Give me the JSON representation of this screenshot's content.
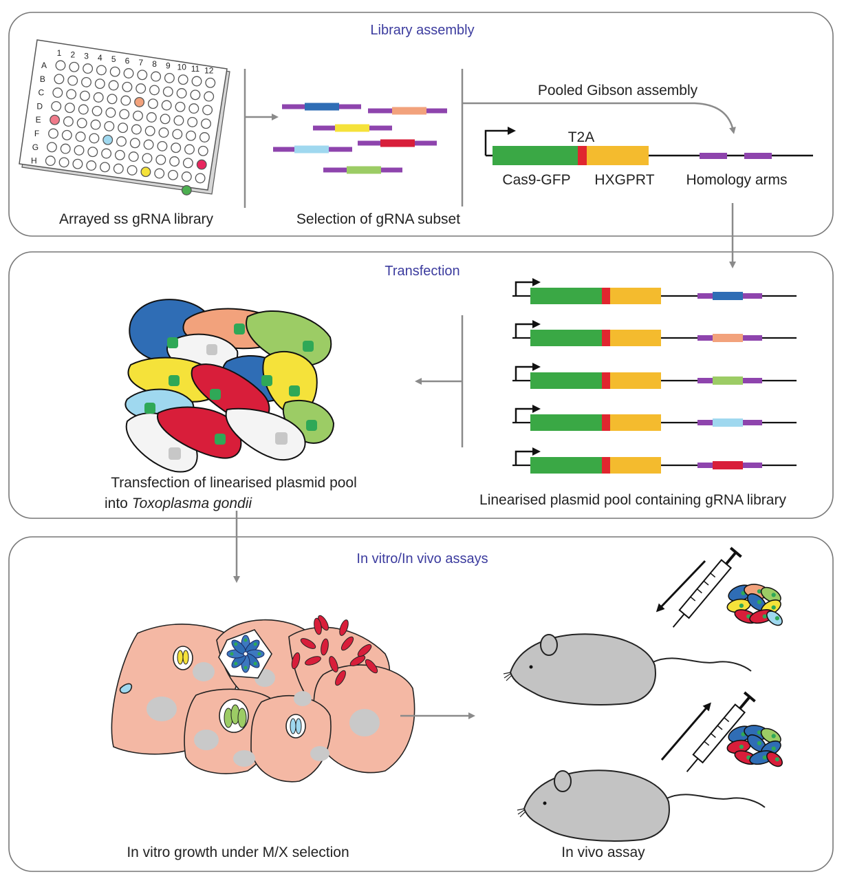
{
  "panels": {
    "library": {
      "title": "Library assembly"
    },
    "transfection": {
      "title": "Transfection"
    },
    "assays": {
      "title": "In vitro/In vivo assays"
    }
  },
  "plate": {
    "rows": [
      "A",
      "B",
      "C",
      "D",
      "E",
      "F",
      "G",
      "H"
    ],
    "cols": [
      "1",
      "2",
      "3",
      "4",
      "5",
      "6",
      "7",
      "8",
      "9",
      "10",
      "11",
      "12"
    ],
    "caption": "Arrayed ss gRNA library"
  },
  "subset": {
    "caption": "Selection of gRNA subset"
  },
  "gibson": {
    "label": "Pooled Gibson assembly",
    "t2a": "T2A",
    "cas9": "Cas9-GFP",
    "hxgprt": "HXGPRT",
    "homology": "Homology arms"
  },
  "pool": {
    "caption": "Linearised plasmid pool containing gRNA library",
    "insert_colors": [
      "#2f6db5",
      "#f2a27c",
      "#9ccc65",
      "#9fd8ef",
      "#d81e3a"
    ]
  },
  "transfection": {
    "caption_line1": "Transfection of linearised plasmid pool",
    "caption_prefix": "into ",
    "caption_italic": "Toxoplasma gondii"
  },
  "assays": {
    "invitro_caption": "In vitro growth under M/X selection",
    "invivo_caption": "In vivo assay"
  },
  "colors": {
    "purple": "#8e44ad",
    "green": "#3aa845",
    "red": "#e0262f",
    "orange": "#f4bb2e",
    "title": "#3b3b9e",
    "cell": "#f4b8a4"
  }
}
